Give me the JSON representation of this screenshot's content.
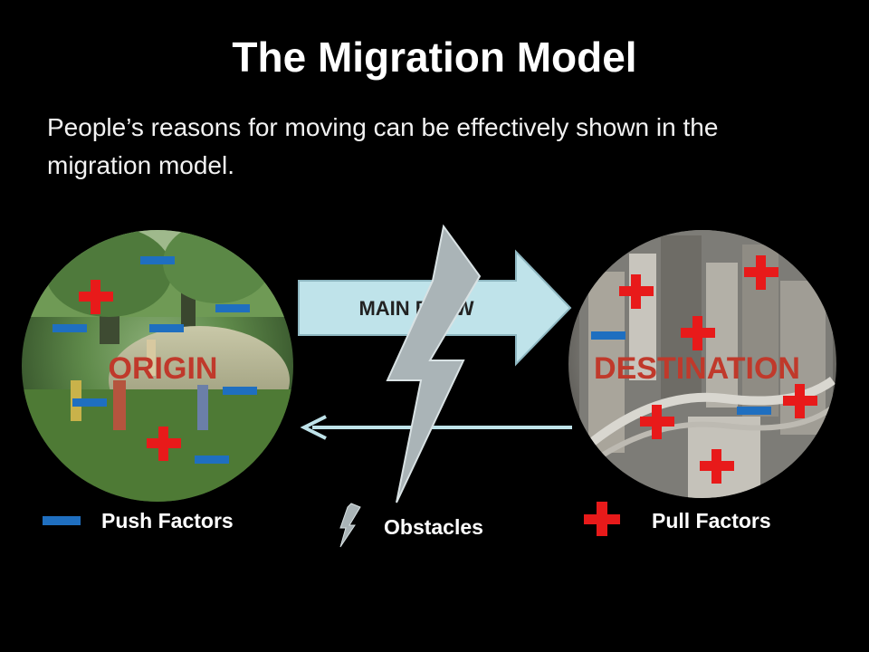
{
  "title": "The Migration Model",
  "subtitle": "People’s reasons for moving can be effectively shown in the migration model.",
  "diagram": {
    "origin_label": "ORIGIN",
    "destination_label": "DESTINATION",
    "main_flow_label": "MAIN FLOW",
    "legend": {
      "push": "Push Factors",
      "obstacles": "Obstacles",
      "pull": "Pull Factors"
    },
    "colors": {
      "push": "#1f6fc0",
      "pull": "#e81a1a",
      "arrow_fill": "#bfe3ea",
      "label": "#c0392b"
    }
  }
}
